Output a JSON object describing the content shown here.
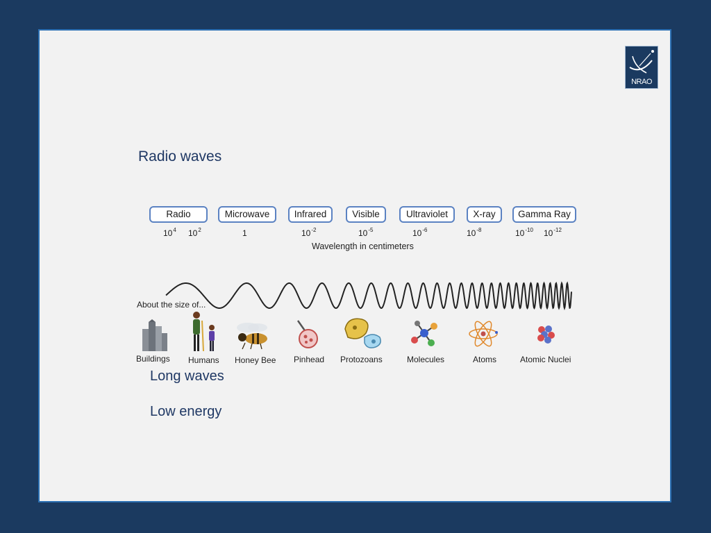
{
  "logo": {
    "text": "NRAO"
  },
  "slide": {
    "heading": "Radio waves",
    "points": [
      "Long waves",
      "Low energy"
    ]
  },
  "diagram": {
    "bands": [
      "Radio",
      "Microwave",
      "Infrared",
      "Visible",
      "Ultraviolet",
      "X-ray",
      "Gamma Ray"
    ],
    "wavelengths": [
      {
        "base": "10",
        "exp": "4"
      },
      {
        "base": "10",
        "exp": "2"
      },
      {
        "base": "1",
        "exp": ""
      },
      {
        "base": "10",
        "exp": "-2"
      },
      {
        "base": "10",
        "exp": "-5"
      },
      {
        "base": "10",
        "exp": "-6"
      },
      {
        "base": "10",
        "exp": "-8"
      },
      {
        "base": "10",
        "exp": "-10"
      },
      {
        "base": "10",
        "exp": "-12"
      }
    ],
    "axis_label": "Wavelength in centimeters",
    "size_label": "About the size of...",
    "objects": [
      "Buildings",
      "Humans",
      "Honey Bee",
      "Pinhead",
      "Protozoans",
      "Molecules",
      "Atoms",
      "Atomic Nuclei"
    ],
    "colors": {
      "band_border": "#5b82c2",
      "text": "#1f3864",
      "slide_bg": "#f2f2f2",
      "frame": "#1b3a60"
    }
  }
}
